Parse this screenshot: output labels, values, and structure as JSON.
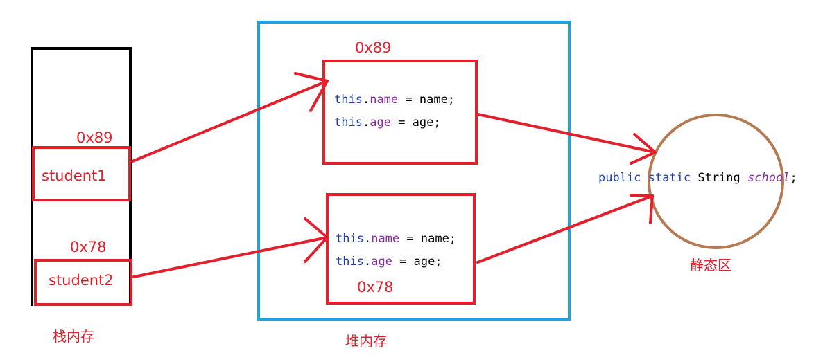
{
  "stack": {
    "label": "栈内存",
    "vars": [
      {
        "name": "student1",
        "address": "0x89"
      },
      {
        "name": "student2",
        "address": "0x78"
      }
    ]
  },
  "heap": {
    "label": "堆内存",
    "objects": [
      {
        "address": "0x89",
        "line1": {
          "this": "this",
          "dot": ".",
          "field": "name",
          "rest": " = name;"
        },
        "line2": {
          "this": "this",
          "dot": ".",
          "field": "age",
          "rest": " = age;"
        }
      },
      {
        "address": "0x78",
        "line1": {
          "this": "this",
          "dot": ".",
          "field": "name",
          "rest": " = name;"
        },
        "line2": {
          "this": "this",
          "dot": ".",
          "field": "age",
          "rest": " = age;"
        }
      }
    ]
  },
  "static_area": {
    "label": "静态区",
    "code": {
      "kw1": "public",
      "kw2": "static",
      "type": "String",
      "field": "school",
      "end": ";"
    }
  },
  "colors": {
    "arrow": "#e21f2b",
    "stack_border": "#000000",
    "heap_border": "#1fa2e0",
    "static_circle": "#b67a53"
  }
}
